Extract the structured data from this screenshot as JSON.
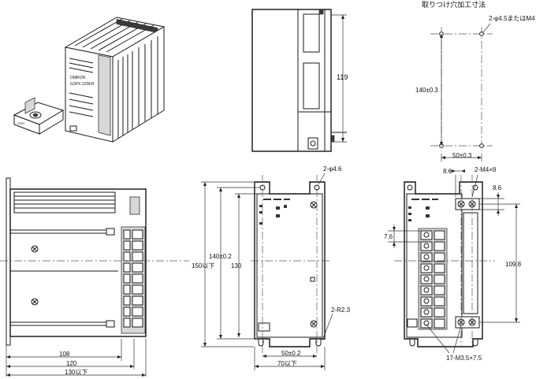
{
  "figure": {
    "mounting_title": "取りつけ穴加工寸法",
    "labels": {
      "mount_hole_spec": "2-φ4.5またはM4",
      "mount_height": "140±0.3",
      "mount_pitch": "50±0.3",
      "side_height": "119",
      "front_hole_spec": "2-φ4.6",
      "front_height_tol": "140±0.2",
      "front_overall_height": "150以下",
      "front_inner_height": "130",
      "front_slot_radius": "2-R2.3",
      "front_pitch": "50±0.2",
      "front_width": "70以下",
      "left_depth_1": "108",
      "left_depth_2": "120",
      "left_depth_total": "130以下",
      "right_dim_8_6_top": "8.6",
      "right_screw_spec": "2-M4×8",
      "right_dim_8_6_side": "8.6",
      "right_pitch_7_6": "7.6",
      "right_span": "109.8",
      "right_terminal_spec": "17-M3.5×7.5"
    },
    "product_label_lines": [
      "OMRON",
      "G3PX-220EH"
    ],
    "module_tag": "G3PX"
  }
}
